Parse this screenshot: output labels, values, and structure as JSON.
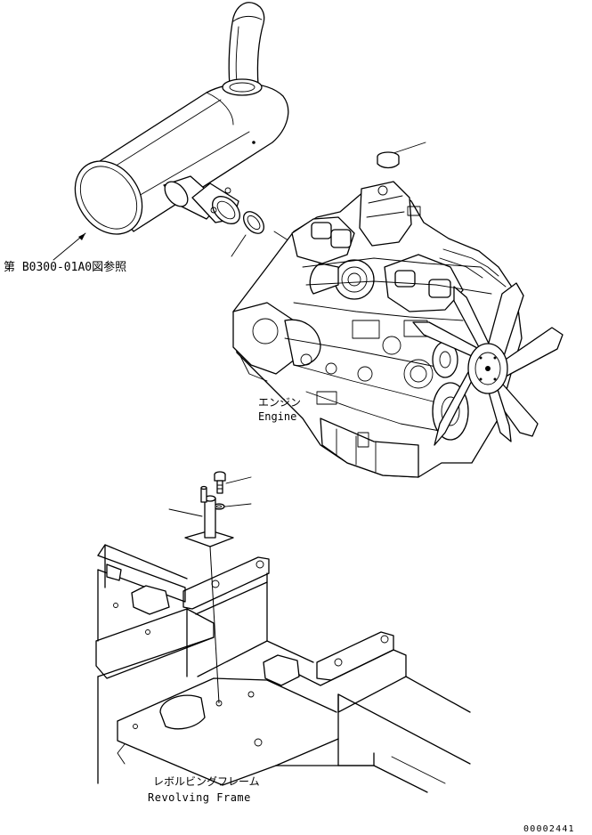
{
  "reference_label": "第 B0300-01A0図参照",
  "engine_label_jp": "エンジン",
  "engine_label_en": "Engine",
  "frame_label_jp": "レボルビングフレーム",
  "frame_label_en": "Revolving Frame",
  "drawing_number": "00002441"
}
